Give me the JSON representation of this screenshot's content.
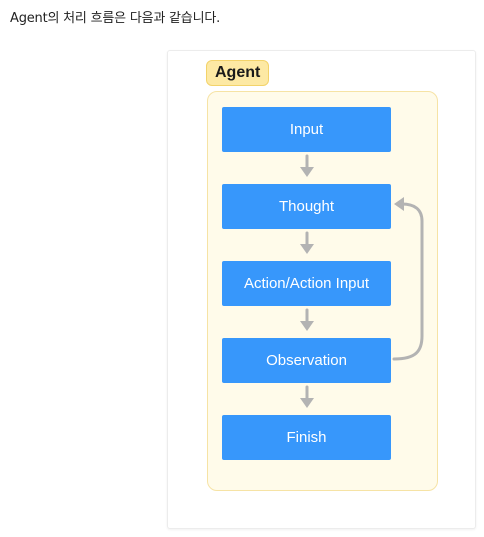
{
  "intro_text": "Agent의 처리 흐름은 다음과 같습니다.",
  "diagram": {
    "container_label": "Agent",
    "steps": [
      "Input",
      "Thought",
      "Action/Action Input",
      "Observation",
      "Finish"
    ],
    "loop": {
      "from": "Observation",
      "to": "Thought"
    },
    "colors": {
      "step_fill": "#3797fb",
      "step_text": "#ffffff",
      "container_fill": "#fffbea",
      "container_border": "#f6e3a5",
      "label_fill": "#fde9a4",
      "arrow": "#b3b3b3"
    }
  }
}
